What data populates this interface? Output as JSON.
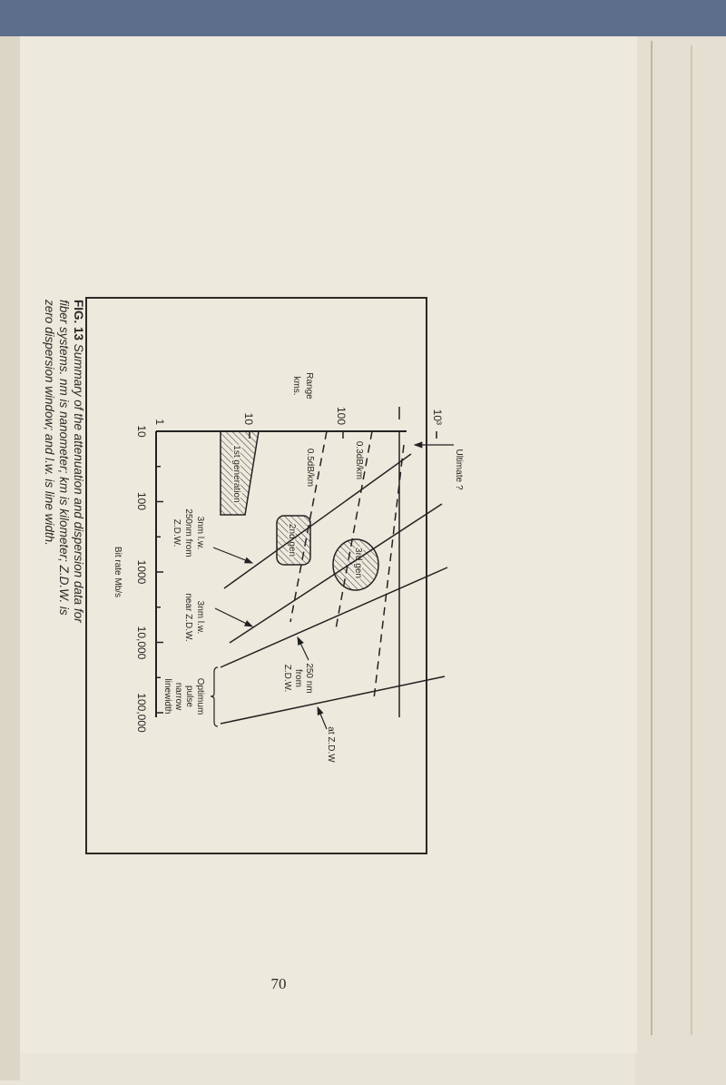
{
  "page": {
    "page_number": "70",
    "caption": {
      "label": "FIG. 13",
      "line1": " Summary of the attenuation and dispersion data for",
      "line2": "fiber systems. nm is nanometer; km is kilometer; Z.D.W. is",
      "line3": "zero dispersion window; and l.w. is line width."
    }
  },
  "figure": {
    "x_axis": {
      "label": "Bit rate Mb/s",
      "ticks": [
        "10",
        "100",
        "1000",
        "10,000",
        "100,000"
      ]
    },
    "y_axis": {
      "label_line1": "Range",
      "label_line2": "kms.",
      "ticks": [
        "1",
        "10",
        "100",
        "10³"
      ]
    },
    "regions": {
      "first": "1st generation",
      "second": "2nd gen",
      "third": "3rd gen"
    },
    "dashed_labels": {
      "a": "0.3dB/km",
      "b": "0.5dB/km"
    },
    "annotations": {
      "ultimate": "Ultimate ?",
      "a1": "3nm l.w.",
      "a2": "250nm from",
      "a3": "Z.D.W.",
      "b1": "3nm l.w.",
      "b2": "near Z.D.W.",
      "c1": "250 nm",
      "c2": "from",
      "c3": "Z.D.W.",
      "d1": "Optimum",
      "d2": "pulse",
      "d3": "narrow",
      "d4": "linewidth",
      "e1": "at Z.D.W"
    }
  }
}
